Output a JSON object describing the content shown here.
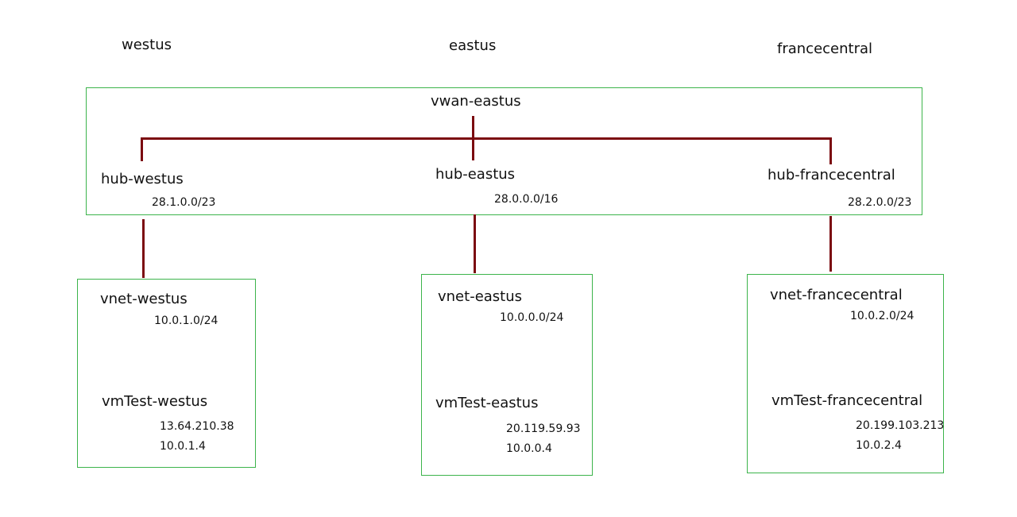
{
  "regions": {
    "west": "westus",
    "east": "eastus",
    "france": "francecentral"
  },
  "vwan": {
    "name": "vwan-eastus"
  },
  "hubs": {
    "west": {
      "name": "hub-westus",
      "cidr": "28.1.0.0/23"
    },
    "east": {
      "name": "hub-eastus",
      "cidr": "28.0.0.0/16"
    },
    "france": {
      "name": "hub-francecentral",
      "cidr": "28.2.0.0/23"
    }
  },
  "vnets": {
    "west": {
      "name": "vnet-westus",
      "cidr": "10.0.1.0/24",
      "vm": {
        "name": "vmTest-westus",
        "public_ip": "13.64.210.38",
        "private_ip": "10.0.1.4"
      }
    },
    "east": {
      "name": "vnet-eastus",
      "cidr": "10.0.0.0/24",
      "vm": {
        "name": "vmTest-eastus",
        "public_ip": "20.119.59.93",
        "private_ip": "10.0.0.4"
      }
    },
    "france": {
      "name": "vnet-francecentral",
      "cidr": "10.0.2.0/24",
      "vm": {
        "name": "vmTest-francecentral",
        "public_ip": "20.199.103.213",
        "private_ip": "10.0.2.4"
      }
    }
  },
  "colors": {
    "box_border": "#3cb44b",
    "connector": "#7b0a10",
    "text": "#111111"
  }
}
